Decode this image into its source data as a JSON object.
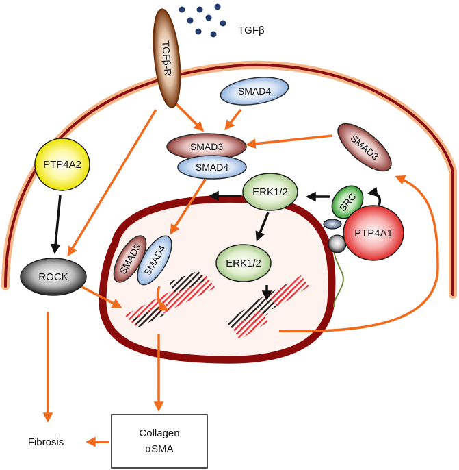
{
  "labels": {
    "tgfb": "TGFβ",
    "tgfb_receptor": "TGFβ-R",
    "smad4_cytoplasm": "SMAD4",
    "smad3_complex": "SMAD3",
    "smad4_complex": "SMAD4",
    "smad3_right": "SMAD3",
    "ptp4a2": "PTP4A2",
    "erk_cytoplasm": "ERK1/2",
    "src": "SRC",
    "ptp4a1": "PTP4A1",
    "rock": "ROCK",
    "smad3_nucleus": "SMAD3",
    "smad4_nucleus": "SMAD4",
    "erk_nucleus": "ERK1/2",
    "collagen": "Collagen",
    "asma": "αSMA",
    "fibrosis": "Fibrosis"
  },
  "colors": {
    "arrow_orange": "#F26A1B",
    "arrow_black": "#111111",
    "membrane": "#8B0F12",
    "membrane_glow": "#F5B788",
    "nucleus_border": "#8B0A0A",
    "nucleus_fill": "#FFF3F0",
    "tgfb_dots": "#1F3A6B",
    "receptor": "#8B4A1E",
    "smad4": "#A8C4E6",
    "smad3": "#A3554F",
    "erk": "#C9E0A8",
    "src": "#3FA53F",
    "ptp4a1": "#E82E2E",
    "ptp4a2": "#F0EC1A",
    "rock": "#2E2E2E",
    "dna_red": "#E8343A",
    "dna_black": "#222222"
  }
}
